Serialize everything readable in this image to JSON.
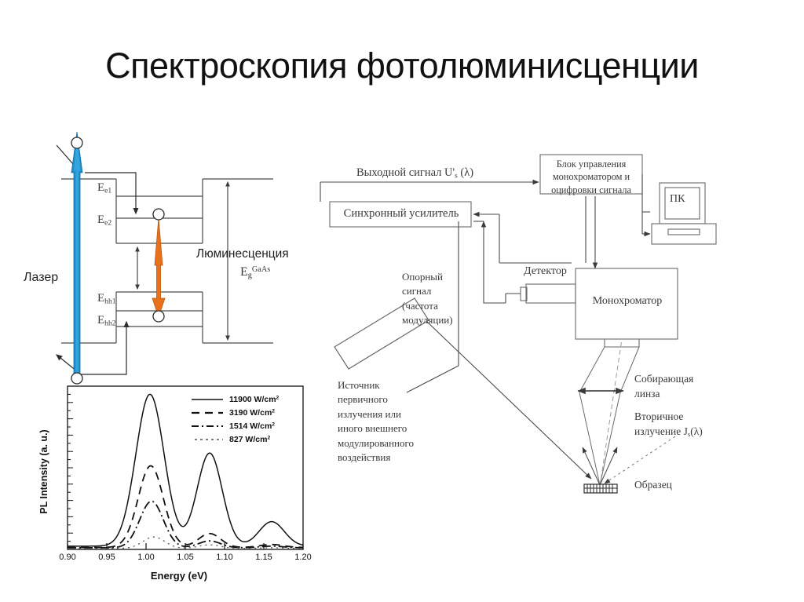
{
  "page": {
    "title": "Спектроскопия фотолюминисценции"
  },
  "band_diagram": {
    "name": "energy-band-diagram",
    "laser_label": "Лазер",
    "luminescence_label": "Люминесценция",
    "bandgap_label_base": "E",
    "bandgap_label_sub": "g",
    "bandgap_label_sup": "GaAs",
    "levels": [
      {
        "id": "e1",
        "base": "E",
        "sub": "e1"
      },
      {
        "id": "e2",
        "base": "E",
        "sub": "e2"
      },
      {
        "id": "hh1",
        "base": "E",
        "sub": "hh1"
      },
      {
        "id": "hh2",
        "base": "E",
        "sub": "hh2"
      }
    ],
    "colors": {
      "laser_arrow": "#1f8fcc",
      "laser_arrow_light": "#5ebde6",
      "emission_arrow": "#e8721c",
      "line": "#4a4a4a"
    }
  },
  "chart_data": {
    "type": "line",
    "title": "",
    "xlabel": "Energy (eV)",
    "ylabel": "PL Intensity (a. u.)",
    "xlim": [
      0.9,
      1.2
    ],
    "ylim": [
      0,
      1.0
    ],
    "xticks": [
      "0.90",
      "0.95",
      "1.00",
      "1.05",
      "1.10",
      "1.15",
      "1.20"
    ],
    "xtick_values": [
      0.9,
      0.95,
      1.0,
      1.05,
      1.1,
      1.15,
      1.2
    ],
    "grid": false,
    "legend_position": "top-right",
    "series": [
      {
        "name": "11900 W/cm2",
        "legend_label": "11900 W/cm",
        "legend_sup": "2",
        "dash": "none",
        "peaks": [
          {
            "center": 1.005,
            "height": 0.93,
            "width": 0.018
          },
          {
            "center": 1.081,
            "height": 0.57,
            "width": 0.016
          },
          {
            "center": 1.16,
            "height": 0.15,
            "width": 0.016
          }
        ],
        "baseline": 0.02
      },
      {
        "name": "3190 W/cm2",
        "legend_label": "3190 W/cm",
        "legend_sup": "2",
        "dash": "10,7",
        "peaks": [
          {
            "center": 1.006,
            "height": 0.5,
            "width": 0.016
          },
          {
            "center": 1.081,
            "height": 0.085,
            "width": 0.014
          },
          {
            "center": 1.16,
            "height": 0.018,
            "width": 0.015
          }
        ],
        "baseline": 0.012
      },
      {
        "name": "1514 W/cm2",
        "legend_label": "1514 W/cm",
        "legend_sup": "2",
        "dash": "11,4,2,4",
        "peaks": [
          {
            "center": 1.007,
            "height": 0.285,
            "width": 0.015
          },
          {
            "center": 1.081,
            "height": 0.042,
            "width": 0.014
          },
          {
            "center": 1.16,
            "height": 0.01,
            "width": 0.015
          }
        ],
        "baseline": 0.01
      },
      {
        "name": "827 W/cm2",
        "legend_label": "827 W/cm",
        "legend_sup": "2",
        "dash": "2,5",
        "peaks": [
          {
            "center": 1.01,
            "height": 0.07,
            "width": 0.014
          },
          {
            "center": 1.081,
            "height": 0.022,
            "width": 0.014
          },
          {
            "center": 1.16,
            "height": 0.004,
            "width": 0.015
          }
        ],
        "baseline": 0.006
      }
    ]
  },
  "setup_diagram": {
    "name": "pl-setup-block-diagram",
    "blocks": [
      {
        "id": "control-unit",
        "label": "Блок управления монохроматором и оцифровки сигнала"
      },
      {
        "id": "lock-in-amplifier",
        "label": "Синхронный усилитель"
      },
      {
        "id": "pc",
        "label": "ПК"
      },
      {
        "id": "monochromator",
        "label": "Монохроматор"
      }
    ],
    "labels": {
      "output_signal": "Выходной сигнал U'ₛ (λ)",
      "output_signal_plain": "Выходной сигнал U",
      "output_signal_sub": "s",
      "output_signal_tail": " (λ)",
      "detector": "Детектор",
      "reference_signal": "Опорный сигнал (частота модуляции)",
      "reference_signal_lines": [
        "Опорный",
        "сигнал",
        "(частота",
        "модуляции)"
      ],
      "source": "Источник первичного излучения или иного внешнего модулированного воздействия",
      "source_lines": [
        "Источник",
        "первичного",
        "излучения или",
        "иного внешнего",
        "модулированного",
        "воздействия"
      ],
      "collecting_lens": "Собирающая линза",
      "collecting_lens_lines": [
        "Собирающая",
        "линза"
      ],
      "secondary_radiation_lines": [
        "Вторичное",
        "излучение J"
      ],
      "secondary_radiation_sub": "s",
      "secondary_radiation_tail": "(λ)",
      "sample": "Образец"
    }
  }
}
